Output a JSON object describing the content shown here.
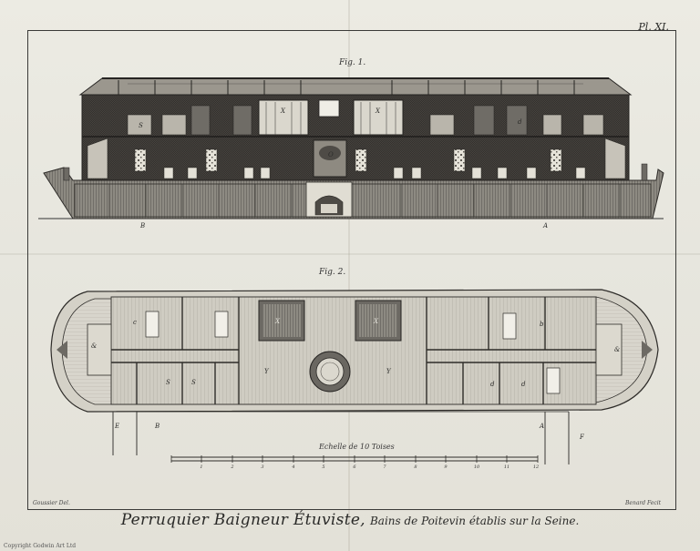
{
  "plate": {
    "number": "Pl. XI."
  },
  "figures": {
    "fig1": "Fig. 1.",
    "fig2": "Fig. 2."
  },
  "scale": {
    "label": "Echelle de 10 Toises",
    "ticks": [
      "1",
      "2",
      "3",
      "4",
      "5",
      "6",
      "7",
      "8",
      "9",
      "10",
      "11",
      "12"
    ]
  },
  "credits": {
    "left": "Goussier Del.",
    "right": "Benard Fecit"
  },
  "caption": {
    "main": "Perruquier Baigneur Étuviste,",
    "sub": "Bains de Poitevin établis sur la Seine."
  },
  "markers": {
    "elevation": [
      "B",
      "A"
    ],
    "plan": [
      "E",
      "B",
      "A",
      "F"
    ],
    "rooms": [
      "X",
      "X",
      "S",
      "d",
      "O"
    ],
    "plan_rooms": [
      "X",
      "X",
      "&",
      "&",
      "Y",
      "Y",
      "S",
      "S",
      "d",
      "d",
      "c",
      "b"
    ]
  },
  "watermark": "Copyright Godwin Art Ltd"
}
